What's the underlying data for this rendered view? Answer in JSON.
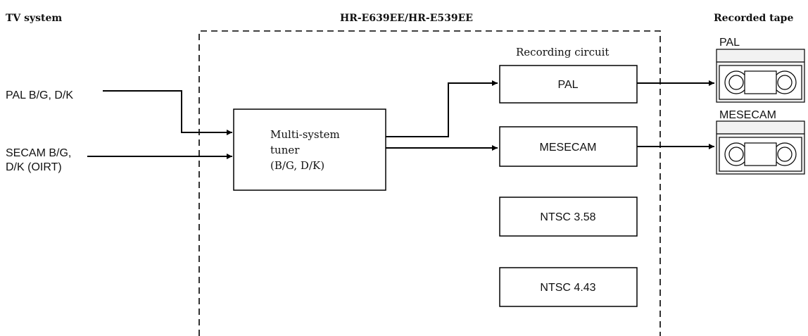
{
  "headers": {
    "tv_system": "TV system",
    "model": "HR-E639EE/HR-E539EE",
    "recorded_tape": "Recorded tape"
  },
  "inputs": {
    "pal": "PAL B/G, D/K",
    "secam_line1": "SECAM B/G,",
    "secam_line2": "D/K (OIRT)"
  },
  "tuner": {
    "line1": "Multi-system",
    "line2": "tuner",
    "line3": "(B/G, D/K)"
  },
  "recording_circuit": {
    "label": "Recording circuit",
    "boxes": [
      "PAL",
      "MESECAM",
      "NTSC 3.58",
      "NTSC 4.43"
    ]
  },
  "tapes": [
    "PAL",
    "MESECAM"
  ]
}
